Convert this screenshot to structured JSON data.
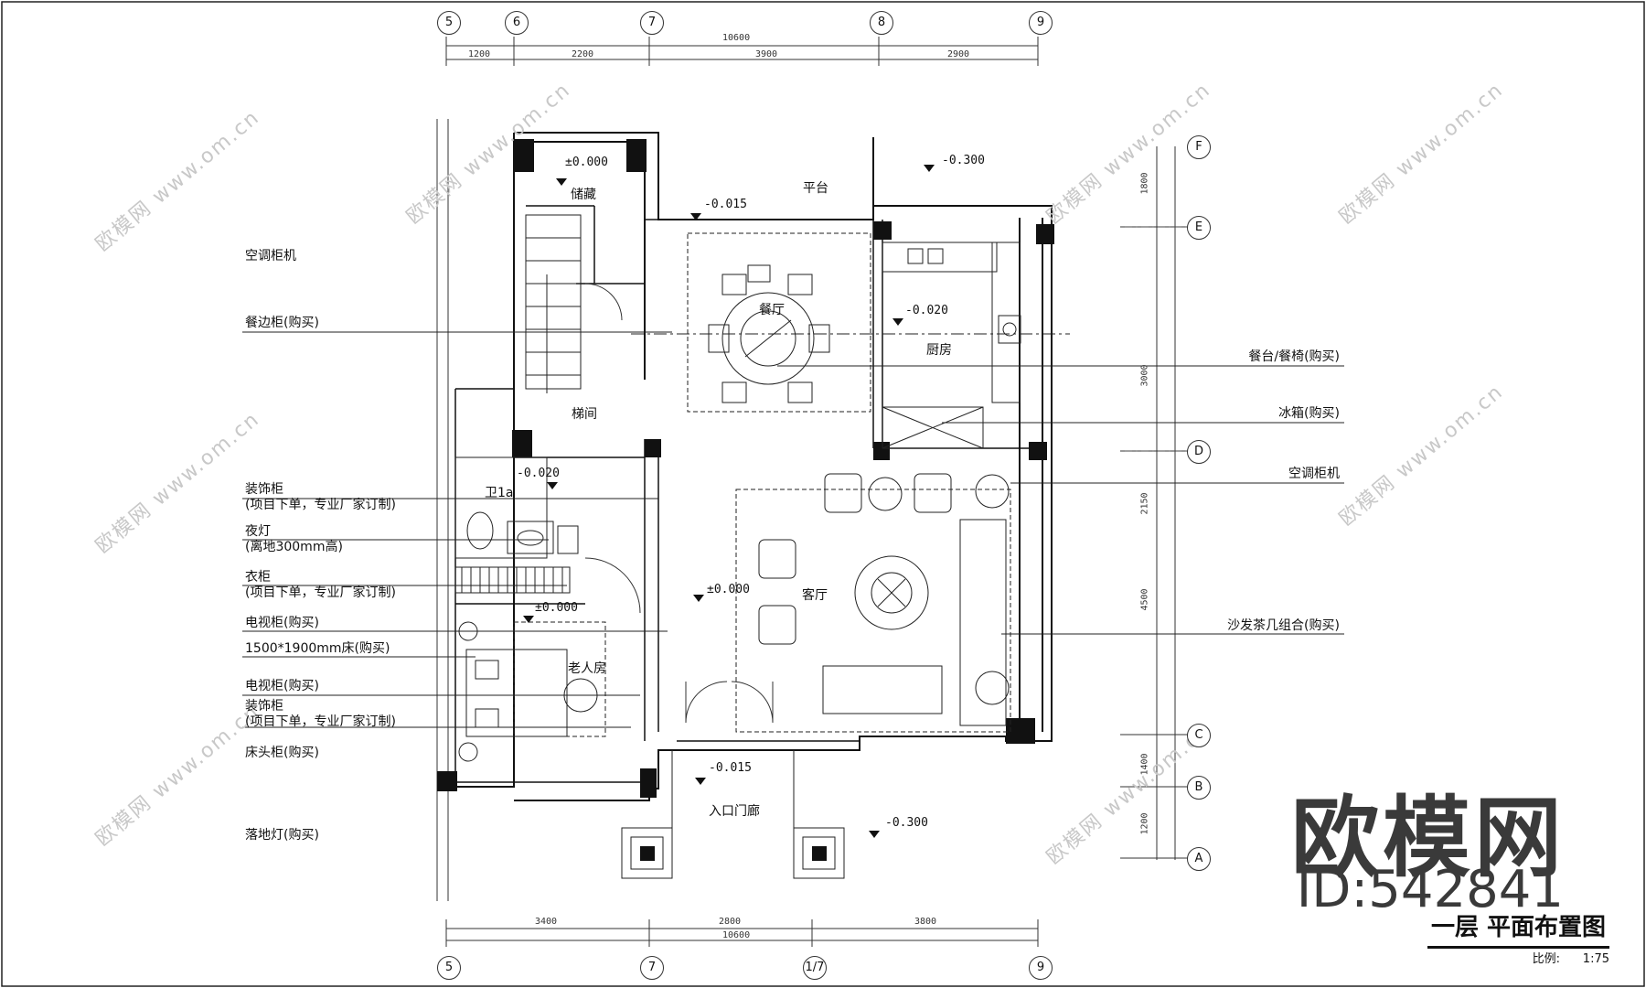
{
  "watermark": {
    "cn": "欧模网",
    "url": "www.om.cn"
  },
  "brand": {
    "name": "欧模网",
    "id": "ID:542841"
  },
  "title": {
    "text": "一层 平面布置图",
    "scale_label": "比例:",
    "scale_value": "1:75"
  },
  "grid_axes": {
    "top": [
      "5",
      "6",
      "7",
      "8",
      "9"
    ],
    "bottom": [
      "5",
      "7",
      "1/7",
      "9"
    ],
    "right": [
      "F",
      "E",
      "D",
      "C",
      "B",
      "A"
    ]
  },
  "dimensions": {
    "top_total": "10600",
    "top_parts": [
      "1200",
      "2200",
      "3900",
      "2900"
    ],
    "bottom_total": "10600",
    "bottom_parts": [
      "3400",
      "2800",
      "3800"
    ],
    "right_parts": [
      "1800",
      "3000",
      "2150",
      "4500",
      "1400",
      "1200"
    ]
  },
  "rooms": {
    "storage": "储藏",
    "platform": "平台",
    "dining": "餐厅",
    "kitchen": "厨房",
    "stair": "梯间",
    "bath": "卫1a",
    "living": "客厅",
    "elder": "老人房",
    "entry": "入口门廊"
  },
  "elevations": {
    "storage": "±0.000",
    "platform": "-0.300",
    "dining": "-0.015",
    "kitchen": "-0.020",
    "bath": "-0.020",
    "living": "±0.000",
    "elder": "±0.000",
    "entry": "-0.015",
    "outside": "-0.300"
  },
  "callouts_left": [
    "空调柜机",
    "餐边柜(购买)",
    "装饰柜\n(项目下单，专业厂家订制)",
    "夜灯\n(离地300mm高)",
    "衣柜\n(项目下单，专业厂家订制)",
    "电视柜(购买)",
    "1500*1900mm床(购买)",
    "电视柜(购买)",
    "装饰柜\n(项目下单，专业厂家订制)",
    "床头柜(购买)",
    "落地灯(购买)"
  ],
  "callouts_right": [
    "餐台/餐椅(购买)",
    "冰箱(购买)",
    "空调柜机",
    "沙发茶几组合(购买)"
  ]
}
